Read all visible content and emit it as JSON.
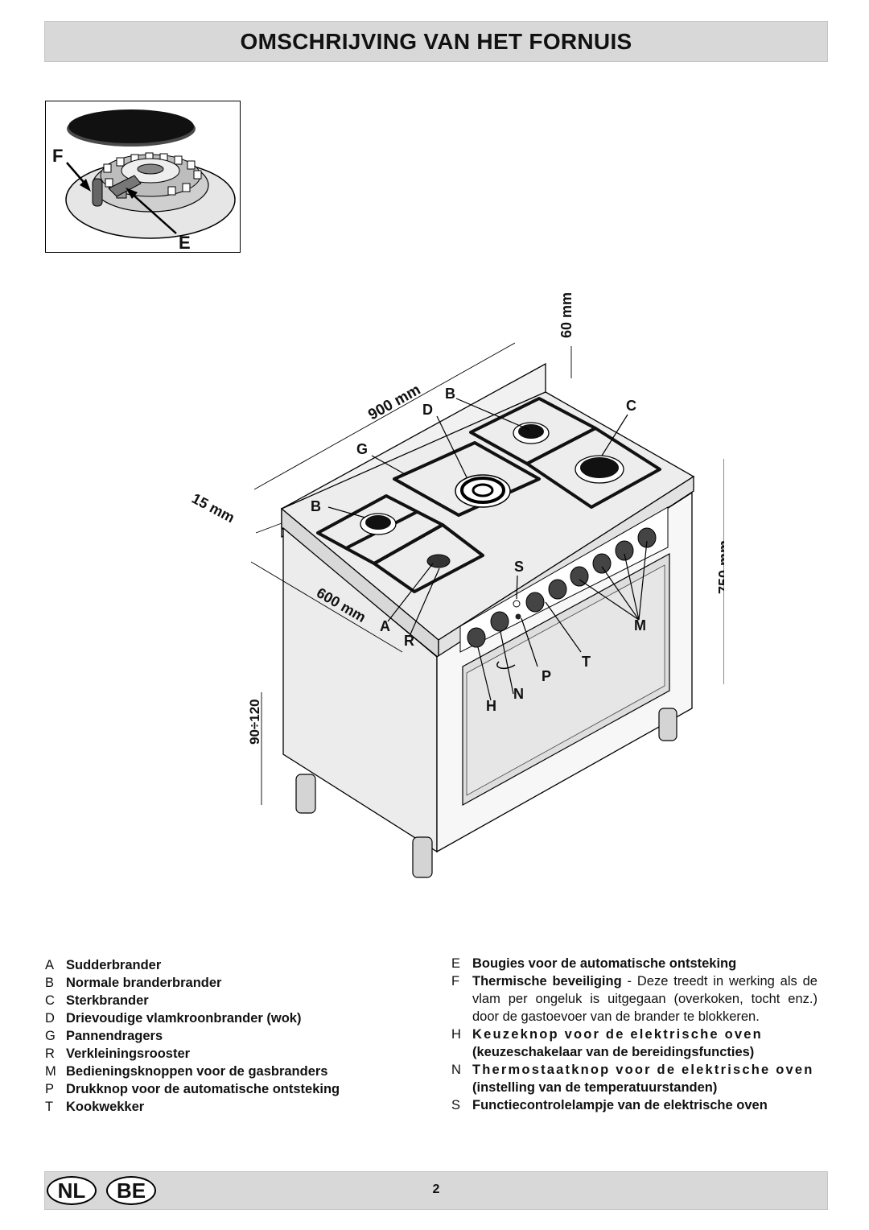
{
  "header": {
    "title": "OMSCHRIJVING VAN HET FORNUIS"
  },
  "inset": {
    "label_f": "F",
    "label_e": "E"
  },
  "figure": {
    "dims": {
      "width": "900 mm",
      "depth": "600 mm",
      "gap": "15 mm",
      "back": "60 mm",
      "height": "750 mm",
      "legs": "90÷120"
    },
    "labels": {
      "a": "A",
      "b_top": "B",
      "b_left": "B",
      "c": "C",
      "d": "D",
      "g": "G",
      "r": "R",
      "s": "S",
      "m": "M",
      "t": "T",
      "p": "P",
      "n": "N",
      "h": "H"
    }
  },
  "legend_left": [
    {
      "key": "A",
      "text": "Sudderbrander"
    },
    {
      "key": "B",
      "text": "Normale branderbrander"
    },
    {
      "key": "C",
      "text": "Sterkbrander"
    },
    {
      "key": "D",
      "text": "Drievoudige vlamkroonbrander (wok)"
    },
    {
      "key": "G",
      "text": "Pannendragers"
    },
    {
      "key": "R",
      "text": "Verkleiningsrooster"
    },
    {
      "key": "M",
      "text": "Bedieningsknoppen voor de gasbranders"
    },
    {
      "key": "P",
      "text": "Drukknop voor de automatische ontsteking"
    },
    {
      "key": "T",
      "text": "Kookwekker"
    }
  ],
  "legend_right": {
    "e": {
      "key": "E",
      "text": "Bougies voor de automatische ontsteking"
    },
    "f": {
      "key": "F",
      "title": "Thermische beveiliging",
      "text": " - Deze treedt in werking als de vlam  per ongeluk is uitgegaan (overkoken, tocht enz.) door de gastoevoer van de brander te blokkeren."
    },
    "h": {
      "key": "H",
      "title": "Keuzeknop voor de elektrische oven",
      "text": "(keuzeschakelaar van de bereidingsfuncties)"
    },
    "n": {
      "key": "N",
      "title": "Thermostaatknop voor de elektrische oven",
      "text": "(instelling van de temperatuurstanden)"
    },
    "s": {
      "key": "S",
      "text": "Functiecontrolelampje van de elektrische oven"
    }
  },
  "footer": {
    "lang1": "NL",
    "lang2": "BE",
    "page": "2"
  }
}
